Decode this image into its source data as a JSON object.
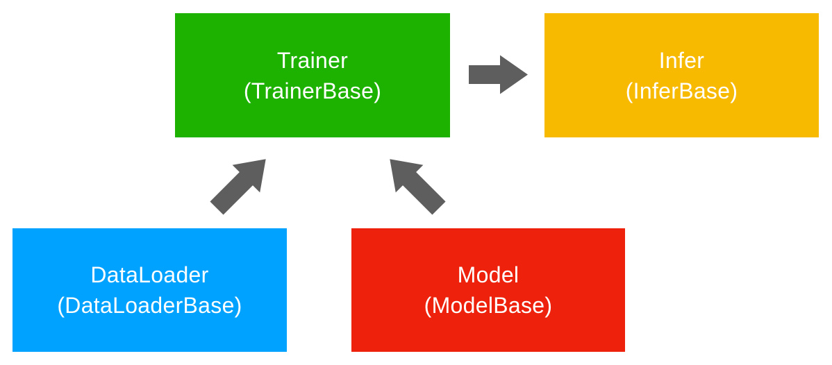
{
  "diagram": {
    "background_color": "#ffffff",
    "arrow_color": "#5e5e5e",
    "nodes": [
      {
        "id": "trainer",
        "title": "Trainer",
        "subtitle": "(TrainerBase)",
        "color": "#1db100"
      },
      {
        "id": "infer",
        "title": "Infer",
        "subtitle": "(InferBase)",
        "color": "#f8ba00"
      },
      {
        "id": "dataloader",
        "title": "DataLoader",
        "subtitle": "(DataLoaderBase)",
        "color": "#00a2ff"
      },
      {
        "id": "model",
        "title": "Model",
        "subtitle": "(ModelBase)",
        "color": "#ee220c"
      }
    ],
    "edges": [
      {
        "from": "Trainer",
        "to": "Infer",
        "direction": "right"
      },
      {
        "from": "DataLoader",
        "to": "Trainer",
        "direction": "up-right"
      },
      {
        "from": "Model",
        "to": "Trainer",
        "direction": "up-left"
      }
    ]
  }
}
